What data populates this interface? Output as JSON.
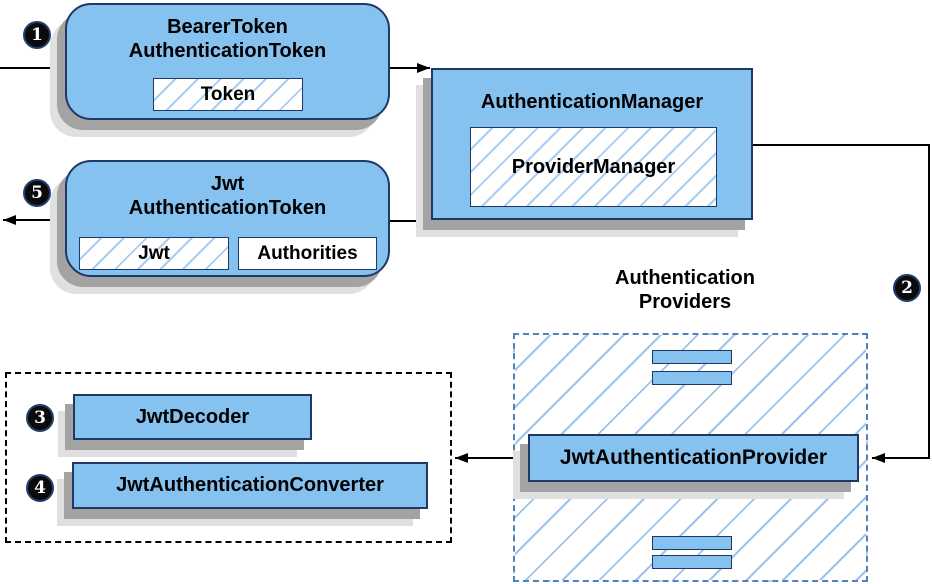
{
  "badges": {
    "step1": "1",
    "step2": "2",
    "step3": "3",
    "step4": "4",
    "step5": "5"
  },
  "nodes": {
    "bearer_token": {
      "line1": "BearerToken",
      "line2": "AuthenticationToken",
      "token_chip": "Token"
    },
    "authentication_manager": {
      "title": "AuthenticationManager",
      "chip": "ProviderManager"
    },
    "jwt_authentication_token": {
      "line1": "Jwt",
      "line2": "AuthenticationToken",
      "jwt_chip": "Jwt",
      "authorities_chip": "Authorities"
    },
    "authentication_providers": {
      "label_line1": "Authentication",
      "label_line2": "Providers",
      "provider": "JwtAuthenticationProvider"
    },
    "jwt_decoder": "JwtDecoder",
    "jwt_authentication_converter": "JwtAuthenticationConverter"
  },
  "colors": {
    "node_fill": "#85c2f0",
    "node_border": "#1f3864",
    "hatch_line": "#a9cdf0",
    "providers_dash_border": "#4f81bd",
    "decoder_dash_border": "#000000",
    "shadow_dark": "#a3a3a3",
    "shadow_light": "#e0e0e0",
    "arrow": "#000000",
    "badge_fill": "#0b0b0b",
    "badge_text": "#ffffff"
  }
}
